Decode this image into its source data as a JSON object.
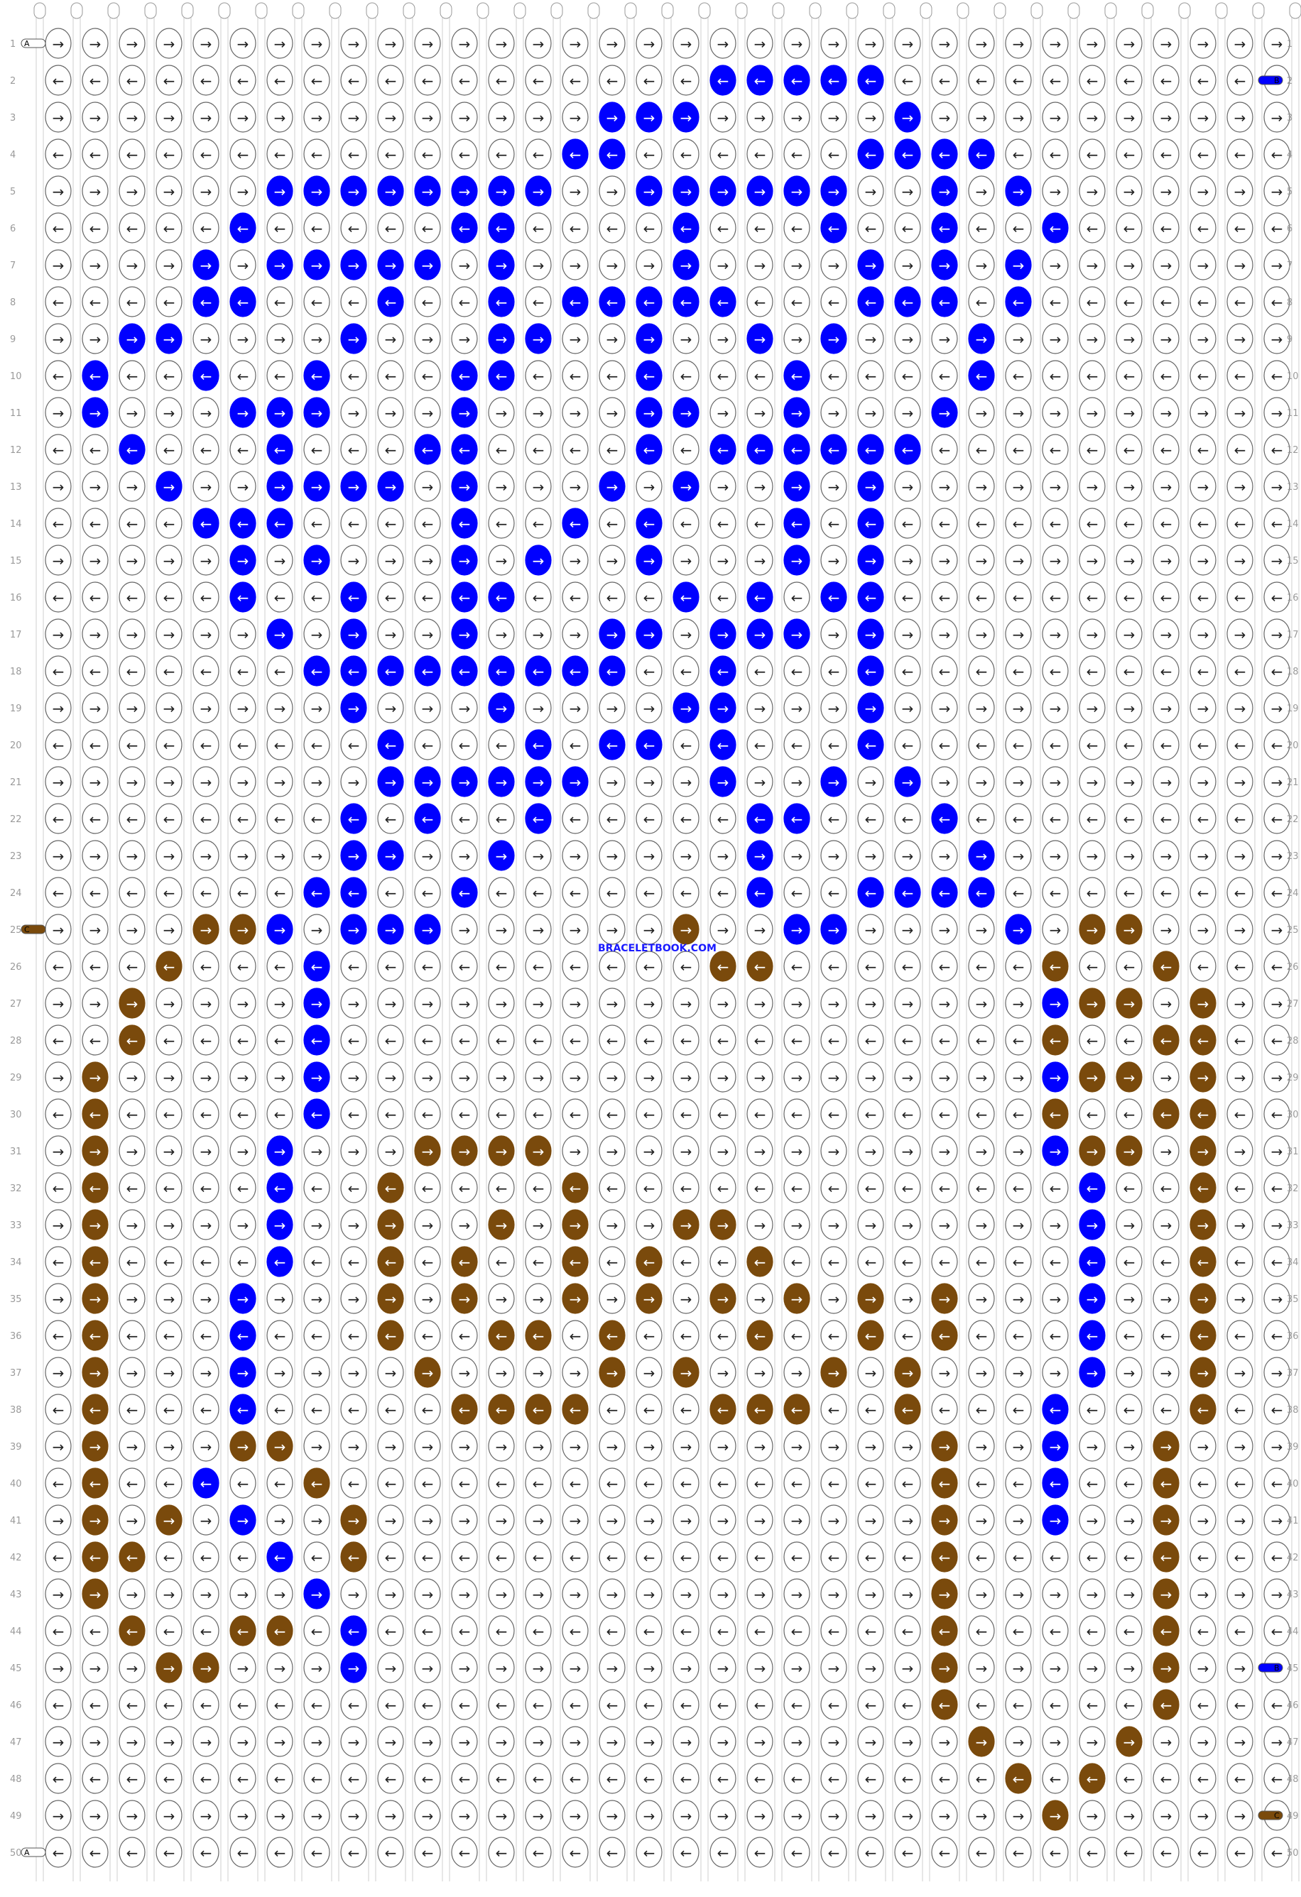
{
  "watermark": "BRACELETBOOK.COM",
  "colors": {
    "A": "#ffffff",
    "B": "#0000ff",
    "C": "#7a4a0c"
  },
  "strands_left": [
    {
      "row": 1,
      "label": "A",
      "color": "A"
    },
    {
      "row": 25,
      "label": "C",
      "color": "C"
    },
    {
      "row": 50,
      "label": "A",
      "color": "A"
    }
  ],
  "strands_right": [
    {
      "row": 2,
      "label": "B",
      "color": "B"
    },
    {
      "row": 45,
      "label": "B",
      "color": "B"
    },
    {
      "row": 49,
      "label": "C",
      "color": "C"
    }
  ],
  "rows": 50,
  "knots_per_row": 34,
  "colored_knots": {
    "B": [
      [
        2,
        19
      ],
      [
        2,
        20
      ],
      [
        2,
        21
      ],
      [
        2,
        22
      ],
      [
        2,
        23
      ],
      [
        3,
        16
      ],
      [
        3,
        17
      ],
      [
        3,
        18
      ],
      [
        3,
        24
      ],
      [
        4,
        15
      ],
      [
        4,
        16
      ],
      [
        4,
        23
      ],
      [
        4,
        24
      ],
      [
        4,
        25
      ],
      [
        4,
        26
      ],
      [
        5,
        7
      ],
      [
        5,
        8
      ],
      [
        5,
        9
      ],
      [
        5,
        10
      ],
      [
        5,
        11
      ],
      [
        5,
        12
      ],
      [
        5,
        13
      ],
      [
        5,
        14
      ],
      [
        5,
        17
      ],
      [
        5,
        18
      ],
      [
        5,
        19
      ],
      [
        5,
        20
      ],
      [
        5,
        21
      ],
      [
        5,
        22
      ],
      [
        5,
        25
      ],
      [
        5,
        27
      ],
      [
        6,
        6
      ],
      [
        6,
        12
      ],
      [
        6,
        13
      ],
      [
        6,
        18
      ],
      [
        6,
        22
      ],
      [
        6,
        25
      ],
      [
        6,
        28
      ],
      [
        7,
        5
      ],
      [
        7,
        7
      ],
      [
        7,
        8
      ],
      [
        7,
        9
      ],
      [
        7,
        10
      ],
      [
        7,
        11
      ],
      [
        7,
        13
      ],
      [
        7,
        18
      ],
      [
        7,
        23
      ],
      [
        7,
        25
      ],
      [
        7,
        27
      ],
      [
        8,
        5
      ],
      [
        8,
        6
      ],
      [
        8,
        10
      ],
      [
        8,
        13
      ],
      [
        8,
        15
      ],
      [
        8,
        16
      ],
      [
        8,
        17
      ],
      [
        8,
        18
      ],
      [
        8,
        19
      ],
      [
        8,
        23
      ],
      [
        8,
        24
      ],
      [
        8,
        25
      ],
      [
        8,
        27
      ],
      [
        9,
        3
      ],
      [
        9,
        4
      ],
      [
        9,
        9
      ],
      [
        9,
        13
      ],
      [
        9,
        14
      ],
      [
        9,
        17
      ],
      [
        9,
        20
      ],
      [
        9,
        22
      ],
      [
        9,
        26
      ],
      [
        10,
        2
      ],
      [
        10,
        5
      ],
      [
        10,
        8
      ],
      [
        10,
        12
      ],
      [
        10,
        13
      ],
      [
        10,
        17
      ],
      [
        10,
        21
      ],
      [
        10,
        26
      ],
      [
        11,
        2
      ],
      [
        11,
        6
      ],
      [
        11,
        7
      ],
      [
        11,
        8
      ],
      [
        11,
        12
      ],
      [
        11,
        17
      ],
      [
        11,
        18
      ],
      [
        11,
        21
      ],
      [
        11,
        25
      ],
      [
        12,
        3
      ],
      [
        12,
        7
      ],
      [
        12,
        11
      ],
      [
        12,
        12
      ],
      [
        12,
        17
      ],
      [
        12,
        19
      ],
      [
        12,
        20
      ],
      [
        12,
        21
      ],
      [
        12,
        22
      ],
      [
        12,
        23
      ],
      [
        12,
        24
      ],
      [
        13,
        4
      ],
      [
        13,
        7
      ],
      [
        13,
        8
      ],
      [
        13,
        9
      ],
      [
        13,
        10
      ],
      [
        13,
        12
      ],
      [
        13,
        16
      ],
      [
        13,
        18
      ],
      [
        13,
        21
      ],
      [
        13,
        23
      ],
      [
        14,
        5
      ],
      [
        14,
        6
      ],
      [
        14,
        7
      ],
      [
        14,
        12
      ],
      [
        14,
        15
      ],
      [
        14,
        17
      ],
      [
        14,
        21
      ],
      [
        14,
        23
      ],
      [
        15,
        6
      ],
      [
        15,
        8
      ],
      [
        15,
        12
      ],
      [
        15,
        14
      ],
      [
        15,
        17
      ],
      [
        15,
        21
      ],
      [
        15,
        23
      ],
      [
        16,
        6
      ],
      [
        16,
        9
      ],
      [
        16,
        12
      ],
      [
        16,
        13
      ],
      [
        16,
        18
      ],
      [
        16,
        20
      ],
      [
        16,
        22
      ],
      [
        16,
        23
      ],
      [
        17,
        7
      ],
      [
        17,
        9
      ],
      [
        17,
        12
      ],
      [
        17,
        16
      ],
      [
        17,
        17
      ],
      [
        17,
        19
      ],
      [
        17,
        20
      ],
      [
        17,
        21
      ],
      [
        17,
        23
      ],
      [
        18,
        8
      ],
      [
        18,
        9
      ],
      [
        18,
        10
      ],
      [
        18,
        11
      ],
      [
        18,
        12
      ],
      [
        18,
        13
      ],
      [
        18,
        14
      ],
      [
        18,
        15
      ],
      [
        18,
        16
      ],
      [
        18,
        19
      ],
      [
        18,
        23
      ],
      [
        19,
        9
      ],
      [
        19,
        13
      ],
      [
        19,
        18
      ],
      [
        19,
        19
      ],
      [
        19,
        23
      ],
      [
        20,
        10
      ],
      [
        20,
        14
      ],
      [
        20,
        16
      ],
      [
        20,
        17
      ],
      [
        20,
        19
      ],
      [
        20,
        23
      ],
      [
        21,
        10
      ],
      [
        21,
        11
      ],
      [
        21,
        12
      ],
      [
        21,
        13
      ],
      [
        21,
        14
      ],
      [
        21,
        15
      ],
      [
        21,
        19
      ],
      [
        21,
        22
      ],
      [
        21,
        24
      ],
      [
        22,
        9
      ],
      [
        22,
        11
      ],
      [
        22,
        14
      ],
      [
        22,
        20
      ],
      [
        22,
        21
      ],
      [
        22,
        25
      ],
      [
        23,
        9
      ],
      [
        23,
        10
      ],
      [
        23,
        13
      ],
      [
        23,
        20
      ],
      [
        23,
        26
      ],
      [
        24,
        8
      ],
      [
        24,
        9
      ],
      [
        24,
        12
      ],
      [
        24,
        20
      ],
      [
        24,
        23
      ],
      [
        24,
        24
      ],
      [
        24,
        25
      ],
      [
        24,
        26
      ],
      [
        25,
        7
      ],
      [
        25,
        9
      ],
      [
        25,
        10
      ],
      [
        25,
        11
      ],
      [
        25,
        21
      ],
      [
        25,
        22
      ],
      [
        25,
        27
      ],
      [
        26,
        8
      ],
      [
        27,
        8
      ],
      [
        27,
        28
      ],
      [
        28,
        8
      ],
      [
        29,
        8
      ],
      [
        29,
        28
      ],
      [
        30,
        8
      ],
      [
        31,
        7
      ],
      [
        31,
        28
      ],
      [
        32,
        7
      ],
      [
        32,
        29
      ],
      [
        33,
        7
      ],
      [
        33,
        29
      ],
      [
        34,
        7
      ],
      [
        34,
        29
      ],
      [
        35,
        6
      ],
      [
        35,
        29
      ],
      [
        36,
        6
      ],
      [
        36,
        29
      ],
      [
        37,
        6
      ],
      [
        37,
        29
      ],
      [
        38,
        6
      ],
      [
        38,
        28
      ],
      [
        39,
        28
      ],
      [
        40,
        5
      ],
      [
        40,
        28
      ],
      [
        41,
        6
      ],
      [
        41,
        28
      ],
      [
        42,
        7
      ],
      [
        43,
        8
      ],
      [
        44,
        9
      ],
      [
        45,
        9
      ]
    ],
    "C": [
      [
        25,
        5
      ],
      [
        25,
        6
      ],
      [
        25,
        18
      ],
      [
        25,
        29
      ],
      [
        25,
        30
      ],
      [
        26,
        4
      ],
      [
        26,
        19
      ],
      [
        26,
        20
      ],
      [
        26,
        28
      ],
      [
        26,
        31
      ],
      [
        27,
        3
      ],
      [
        27,
        29
      ],
      [
        27,
        30
      ],
      [
        27,
        32
      ],
      [
        28,
        3
      ],
      [
        28,
        28
      ],
      [
        28,
        31
      ],
      [
        28,
        32
      ],
      [
        29,
        2
      ],
      [
        29,
        29
      ],
      [
        29,
        30
      ],
      [
        29,
        32
      ],
      [
        30,
        2
      ],
      [
        30,
        28
      ],
      [
        30,
        31
      ],
      [
        30,
        32
      ],
      [
        31,
        2
      ],
      [
        31,
        11
      ],
      [
        31,
        12
      ],
      [
        31,
        13
      ],
      [
        31,
        14
      ],
      [
        31,
        29
      ],
      [
        31,
        30
      ],
      [
        31,
        32
      ],
      [
        32,
        2
      ],
      [
        32,
        10
      ],
      [
        32,
        15
      ],
      [
        32,
        32
      ],
      [
        33,
        2
      ],
      [
        33,
        10
      ],
      [
        33,
        13
      ],
      [
        33,
        15
      ],
      [
        33,
        18
      ],
      [
        33,
        19
      ],
      [
        33,
        32
      ],
      [
        34,
        2
      ],
      [
        34,
        10
      ],
      [
        34,
        12
      ],
      [
        34,
        15
      ],
      [
        34,
        17
      ],
      [
        34,
        20
      ],
      [
        34,
        32
      ],
      [
        35,
        2
      ],
      [
        35,
        10
      ],
      [
        35,
        12
      ],
      [
        35,
        15
      ],
      [
        35,
        17
      ],
      [
        35,
        19
      ],
      [
        35,
        21
      ],
      [
        35,
        23
      ],
      [
        35,
        25
      ],
      [
        35,
        32
      ],
      [
        36,
        2
      ],
      [
        36,
        10
      ],
      [
        36,
        13
      ],
      [
        36,
        14
      ],
      [
        36,
        16
      ],
      [
        36,
        20
      ],
      [
        36,
        23
      ],
      [
        36,
        25
      ],
      [
        36,
        32
      ],
      [
        37,
        2
      ],
      [
        37,
        11
      ],
      [
        37,
        16
      ],
      [
        37,
        18
      ],
      [
        37,
        22
      ],
      [
        37,
        24
      ],
      [
        37,
        32
      ],
      [
        38,
        2
      ],
      [
        38,
        12
      ],
      [
        38,
        13
      ],
      [
        38,
        14
      ],
      [
        38,
        15
      ],
      [
        38,
        19
      ],
      [
        38,
        20
      ],
      [
        38,
        21
      ],
      [
        38,
        24
      ],
      [
        38,
        32
      ],
      [
        39,
        2
      ],
      [
        39,
        6
      ],
      [
        39,
        7
      ],
      [
        39,
        25
      ],
      [
        39,
        31
      ],
      [
        40,
        2
      ],
      [
        40,
        8
      ],
      [
        40,
        25
      ],
      [
        40,
        31
      ],
      [
        41,
        2
      ],
      [
        41,
        4
      ],
      [
        41,
        9
      ],
      [
        41,
        25
      ],
      [
        41,
        31
      ],
      [
        42,
        2
      ],
      [
        42,
        3
      ],
      [
        42,
        9
      ],
      [
        42,
        25
      ],
      [
        42,
        31
      ],
      [
        43,
        2
      ],
      [
        43,
        25
      ],
      [
        43,
        31
      ],
      [
        44,
        3
      ],
      [
        44,
        6
      ],
      [
        44,
        7
      ],
      [
        44,
        25
      ],
      [
        44,
        31
      ],
      [
        45,
        4
      ],
      [
        45,
        5
      ],
      [
        45,
        25
      ],
      [
        45,
        31
      ],
      [
        46,
        25
      ],
      [
        46,
        31
      ],
      [
        47,
        26
      ],
      [
        47,
        30
      ],
      [
        48,
        27
      ],
      [
        48,
        29
      ],
      [
        49,
        28
      ]
    ]
  }
}
